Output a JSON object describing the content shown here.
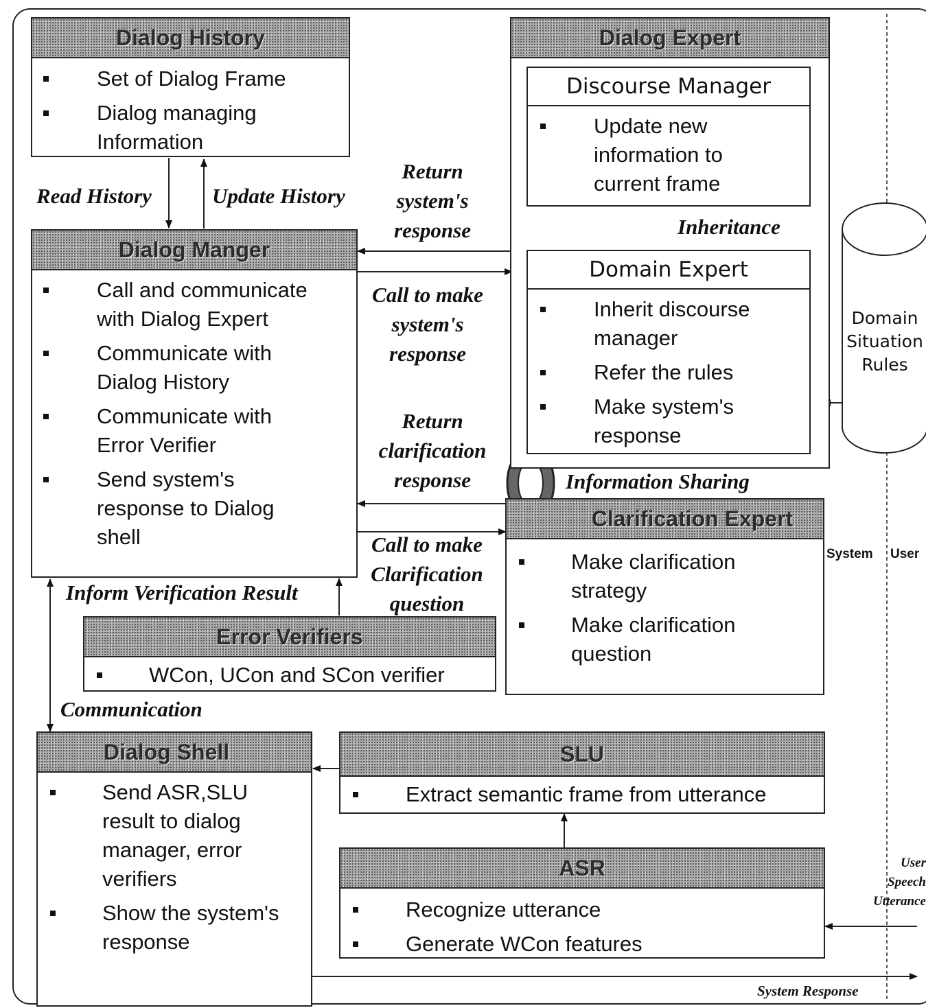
{
  "dialog_history": {
    "title": "Dialog History",
    "items": [
      "Set of Dialog Frame",
      "Dialog managing\nInformation"
    ]
  },
  "dialog_manager": {
    "title": "Dialog Manger",
    "items": [
      "Call and communicate\nwith Dialog Expert",
      "Communicate with\nDialog History",
      "Communicate with\nError Verifier",
      "Send system's\nresponse to Dialog\nshell"
    ]
  },
  "dialog_expert": {
    "title": "Dialog Expert",
    "discourse_manager": {
      "title": "Discourse Manager",
      "items": [
        "Update new\ninformation to\ncurrent frame"
      ]
    },
    "domain_expert": {
      "title": "Domain Expert",
      "items": [
        "Inherit discourse\nmanager",
        "Refer the rules",
        "Make system's\nresponse"
      ]
    }
  },
  "clarification_expert": {
    "title": "Clarification Expert",
    "items": [
      "Make clarification\nstrategy",
      "Make clarification\nquestion"
    ]
  },
  "error_verifiers": {
    "title": "Error Verifiers",
    "items": [
      "WCon, UCon and SCon verifier"
    ]
  },
  "dialog_shell": {
    "title": "Dialog Shell",
    "items": [
      "Send ASR,SLU\nresult to dialog\nmanager, error\nverifiers",
      "Show the system's\nresponse"
    ]
  },
  "slu": {
    "title": "SLU",
    "items": [
      "Extract semantic frame from utterance"
    ]
  },
  "asr": {
    "title": "ASR",
    "items": [
      "Recognize utterance",
      "Generate WCon features"
    ]
  },
  "database": {
    "label": "Domain\nSituation\nRules"
  },
  "labels": {
    "read_history": "Read History",
    "update_history": "Update History",
    "return_system_response": "Return\nsystem's\nresponse",
    "call_make_system_response": "Call to make\nsystem's\nresponse",
    "return_clarification_response": "Return\nclarification\nresponse",
    "call_make_clarification_question": "Call to make\nClarification\nquestion",
    "inheritance": "Inheritance",
    "information_sharing": "Information Sharing",
    "inform_verification_result": "Inform Verification Result",
    "communication": "Communication",
    "user_speech_utterance": "User\nSpeech\nUtterance",
    "system_response": "System Response",
    "system_side": "System",
    "user_side": "User"
  }
}
